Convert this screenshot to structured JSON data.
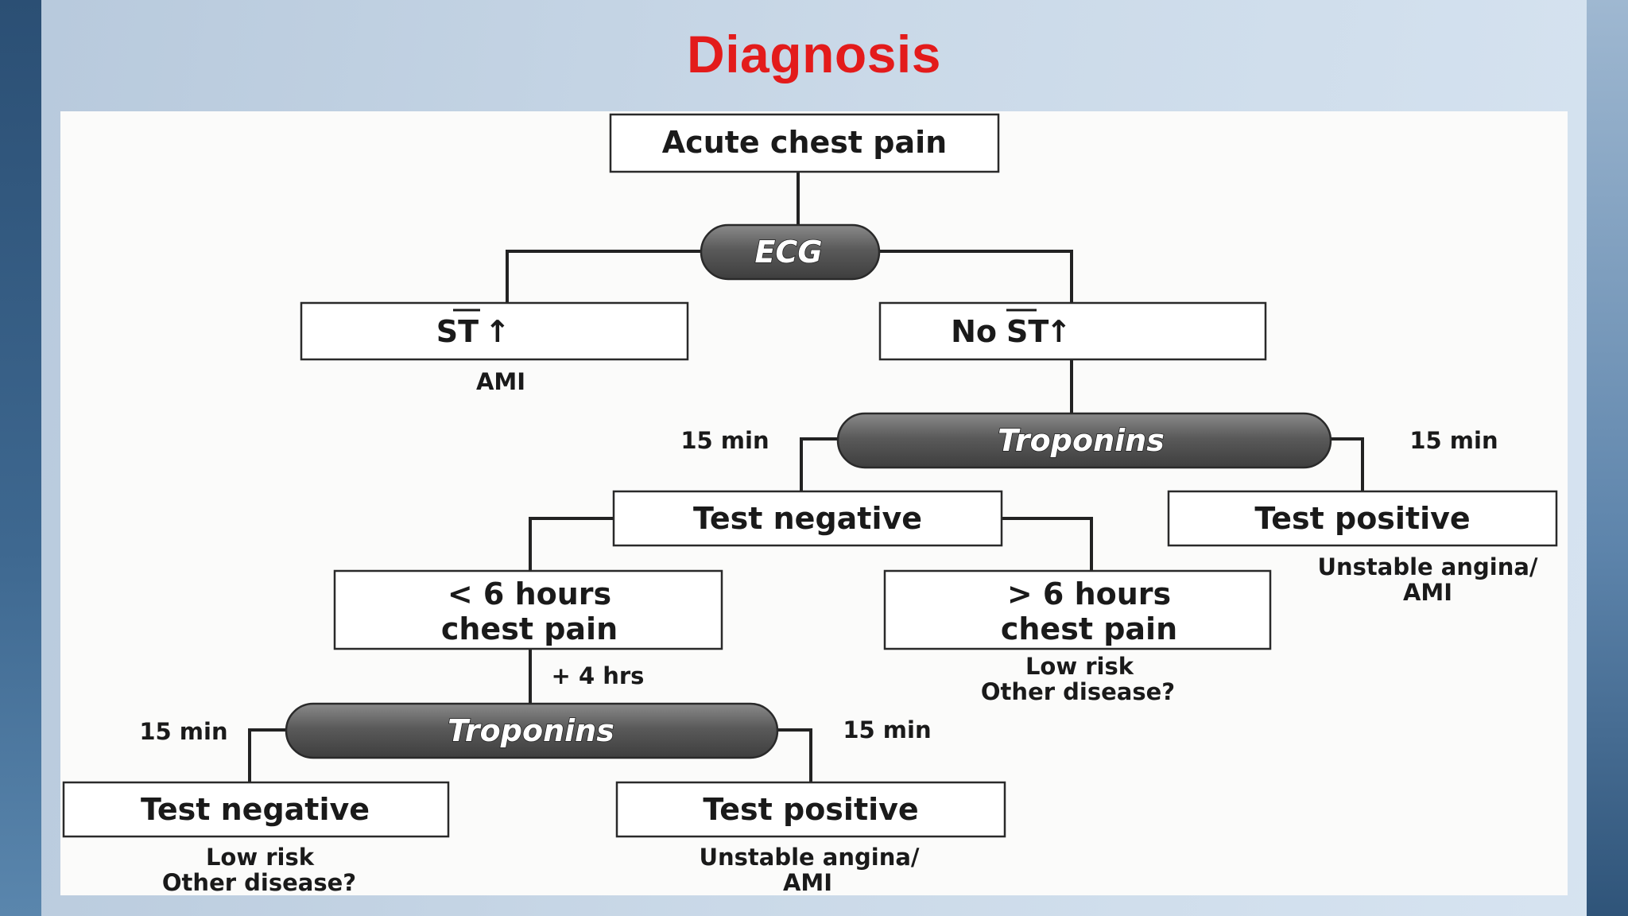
{
  "title": "Diagnosis",
  "diagram": {
    "root": "Acute chest pain",
    "ecg": "ECG",
    "st_elevation": {
      "label_st": "ST",
      "arrow": "↑",
      "outcome": "AMI"
    },
    "no_st_elevation": {
      "label_no": "No",
      "label_st": "ST",
      "arrow": "↑"
    },
    "troponins_1": {
      "label": "Troponins",
      "time_left": "15 min",
      "time_right": "15 min"
    },
    "test_negative_1": "Test negative",
    "test_positive_1": {
      "label": "Test positive",
      "outcome_line1": "Unstable angina/",
      "outcome_line2": "AMI"
    },
    "lt6h": {
      "line1": "< 6 hours",
      "line2": "chest pain",
      "delay": "+ 4 hrs"
    },
    "gt6h": {
      "line1": "> 6 hours",
      "line2": "chest pain",
      "outcome_line1": "Low risk",
      "outcome_line2": "Other disease?"
    },
    "troponins_2": {
      "label": "Troponins",
      "time_left": "15 min",
      "time_right": "15 min"
    },
    "test_negative_2": {
      "label": "Test negative",
      "outcome_line1": "Low risk",
      "outcome_line2": "Other disease?"
    },
    "test_positive_2": {
      "label": "Test positive",
      "outcome_line1": "Unstable angina/",
      "outcome_line2": "AMI"
    }
  },
  "colors": {
    "title": "#e31b1b",
    "pill_dark": "#4a4a4a",
    "pill_light": "#9a9a9a"
  }
}
